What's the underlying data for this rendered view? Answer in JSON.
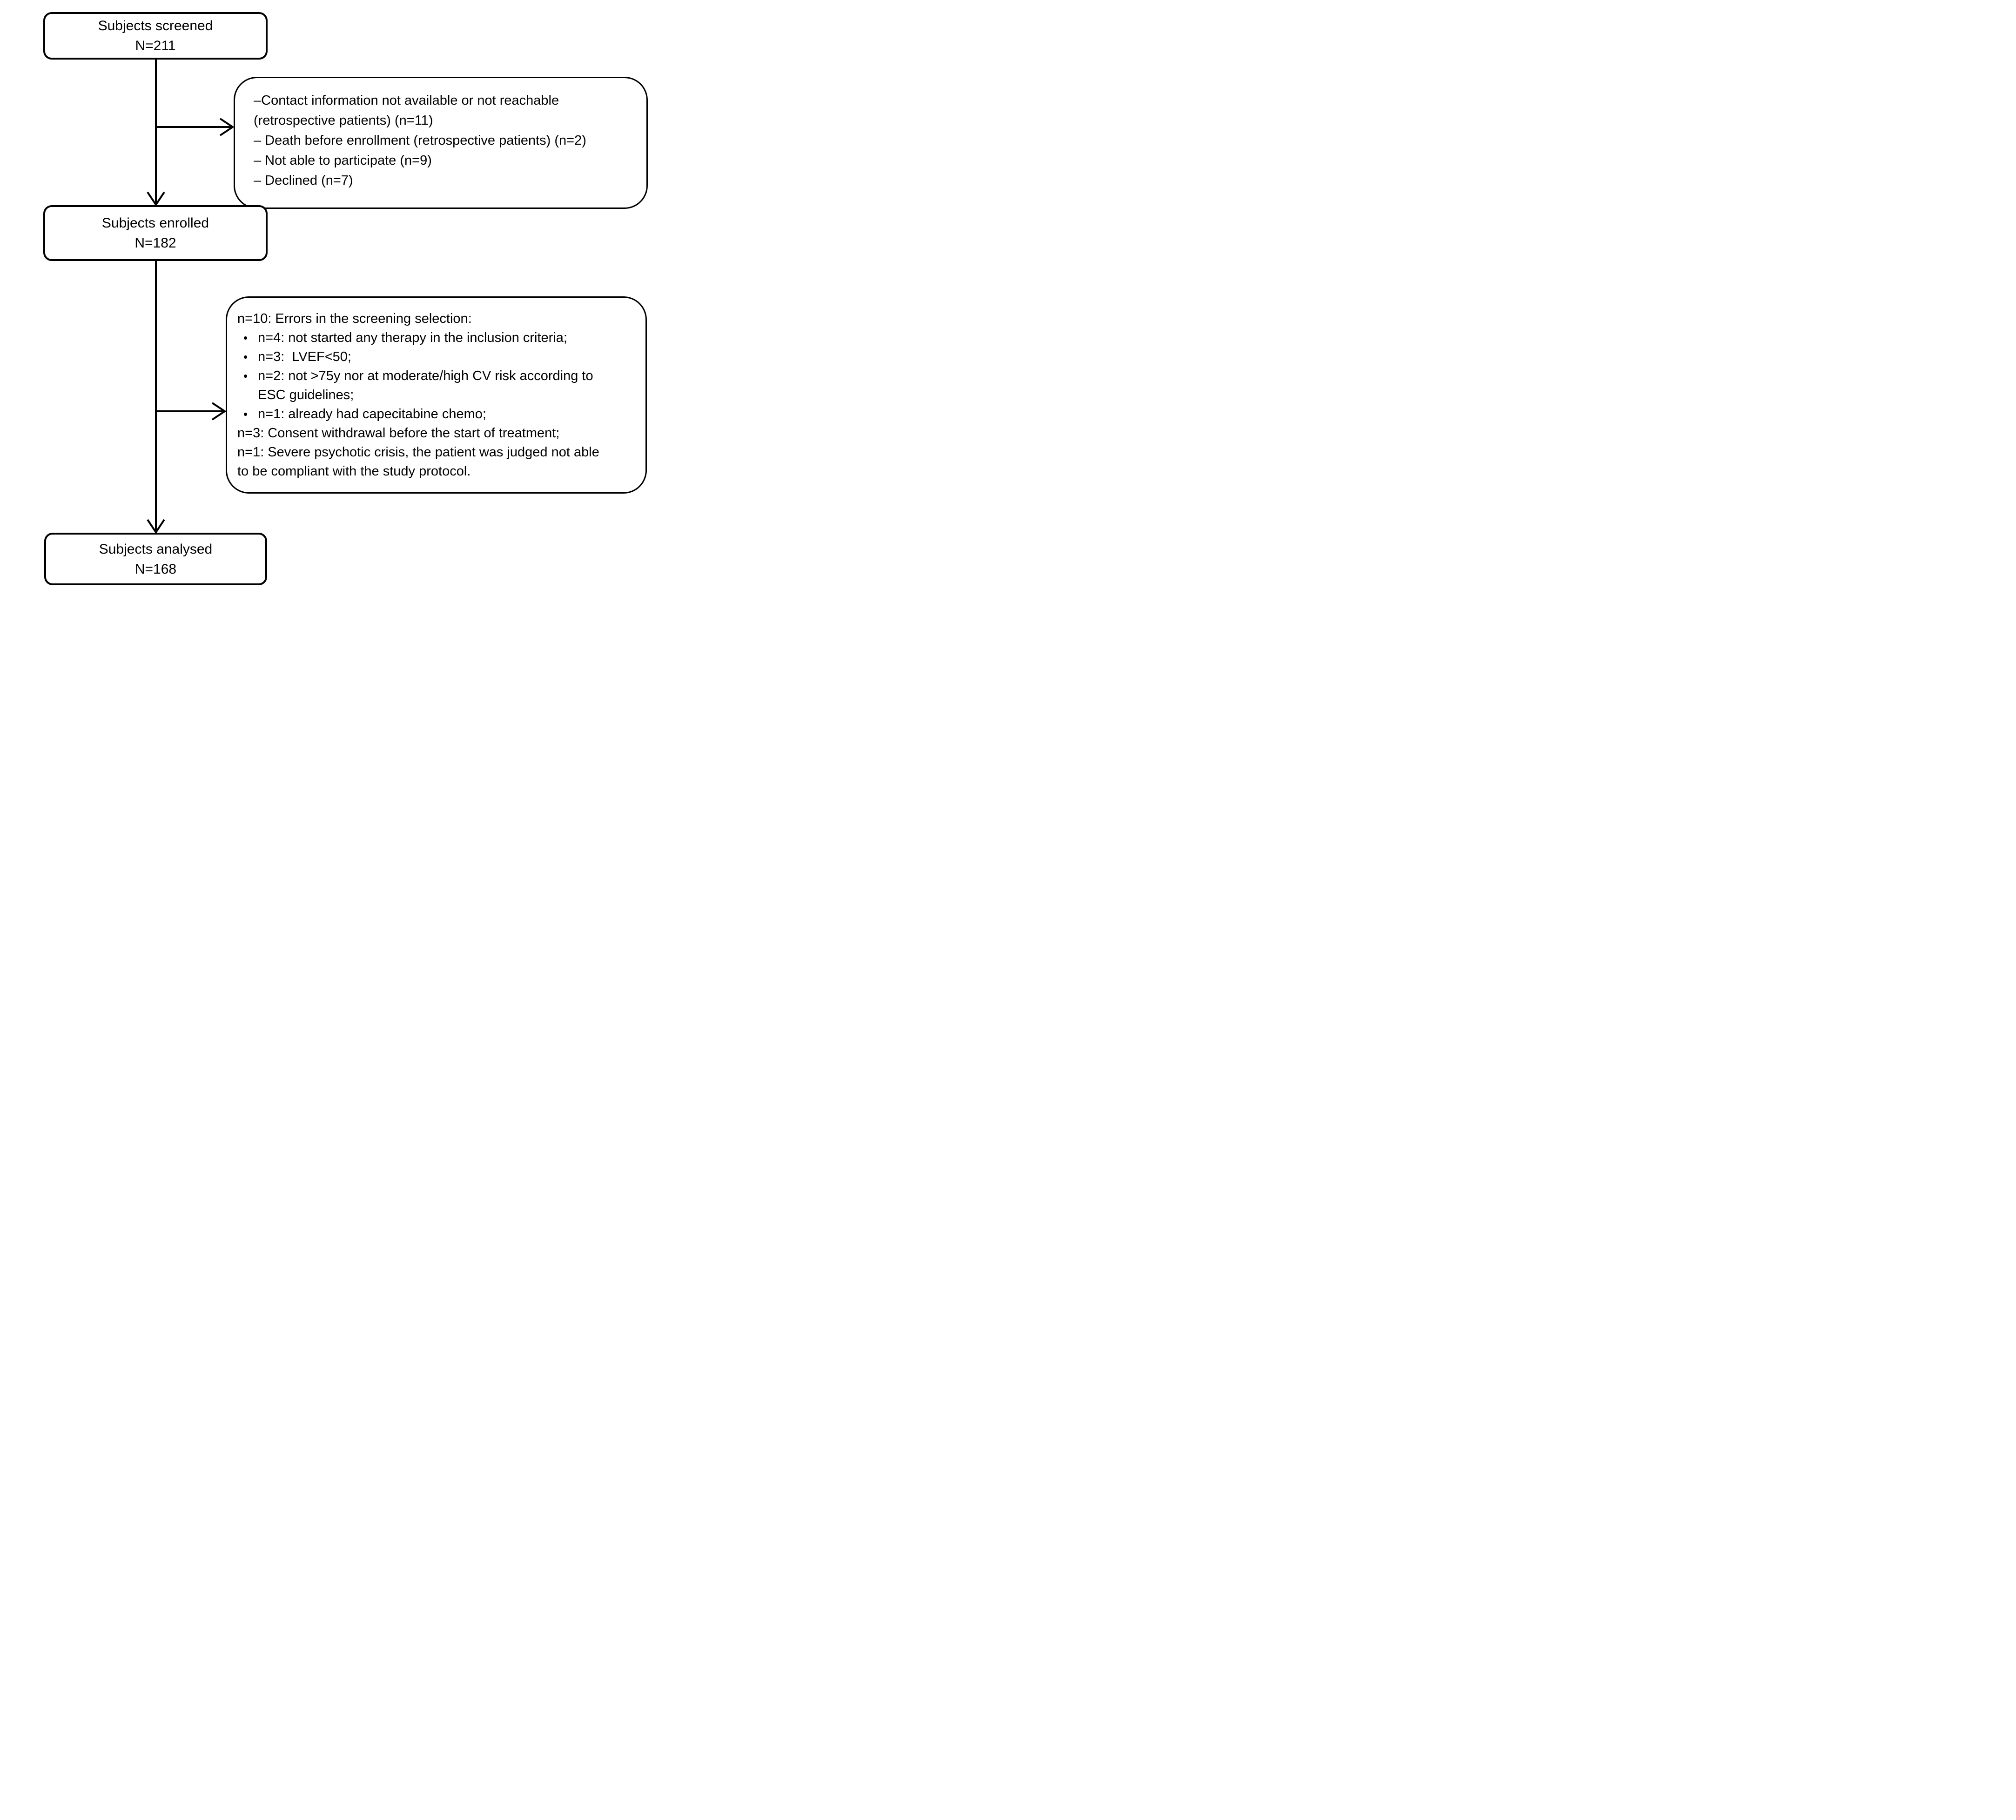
{
  "diagram": {
    "background_color": "#ffffff",
    "line_color": "#000000",
    "bullet_char": "•",
    "boxes": {
      "screened": {
        "title": "Subjects screened",
        "count": "N=211"
      },
      "excluded_top": {
        "items": [
          "–Contact information not available or not reachable (retrospective patients) (n=11)",
          "– Death before enrollment (retrospective patients) (n=2)",
          "– Not able to participate (n=9)",
          "– Declined (n=7)"
        ]
      },
      "enrolled": {
        "title": "Subjects enrolled",
        "count": "N=182"
      },
      "excluded_bottom": {
        "intro": "n=10: Errors in the screening selection:",
        "bullets": [
          "n=4: not started any therapy in the inclusion criteria;",
          "n=3:  LVEF<50;",
          "n=2: not >75y nor at moderate/high CV risk according to ESC guidelines;",
          "n=1: already had capecitabine chemo;"
        ],
        "notes": [
          "n=3: Consent withdrawal before the start of treatment;",
          "n=1: Severe psychotic crisis, the patient was judged not able to be compliant with the study protocol."
        ]
      },
      "analysed": {
        "title": "Subjects analysed",
        "count": "N=168"
      }
    }
  }
}
